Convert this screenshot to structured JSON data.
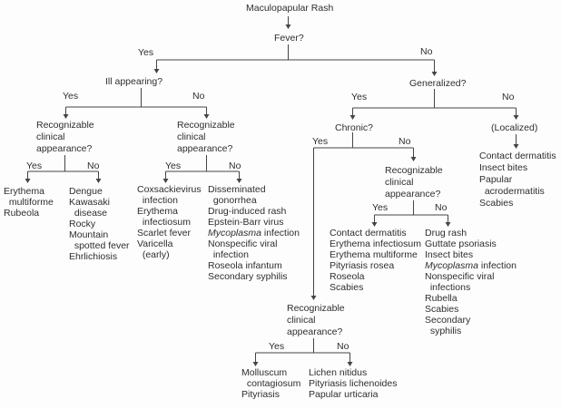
{
  "nodes": {
    "root": "Maculopapular Rash",
    "fever": "Fever?",
    "ill_appearing": "Ill appearing?",
    "generalized": "Generalized?",
    "chronic": "Chronic?",
    "localized": "(Localized)",
    "recognizable": "Recognizable\nclinical\nappearance?"
  },
  "labels": {
    "yes": "Yes",
    "no": "No"
  },
  "outcomes": {
    "febrile_ill_recognizable": [
      "Erythema",
      "  multiforme",
      "Rubeola"
    ],
    "febrile_ill_unrecognizable": [
      "Dengue",
      "Kawasaki",
      "  disease",
      "Rocky",
      "Mountain",
      "  spotted fever",
      "Ehrlichiosis"
    ],
    "febrile_notill_recognizable": [
      "Coxsackievirus",
      "  infection",
      "Erythema",
      "  infectiosum",
      "Scarlet fever",
      "Varicella",
      "  (early)"
    ],
    "febrile_notill_unrecognizable": {
      "l1": "Disseminated",
      "l2": "  gonorrhea",
      "l3": "Drug-induced rash",
      "l4": "Epstein-Barr virus",
      "l5_italic": "Mycoplasma",
      "l5_rest": " infection",
      "l6": "Nonspecific viral",
      "l7": "  infection",
      "l8": "Roseola infantum",
      "l9": "Secondary syphilis"
    },
    "localized": [
      "Contact dermatitis",
      "Insect bites",
      "Papular",
      "  acrodermatitis",
      "Scabies"
    ],
    "generalized_notchronic_recognizable": [
      "Contact dermatitis",
      "Erythema infectiosum",
      "Erythema multiforme",
      "Pityriasis rosea",
      "Roseola",
      "Scabies"
    ],
    "generalized_notchronic_unrecognizable": {
      "l1": "Drug rash",
      "l2": "Guttate psoriasis",
      "l3": "Insect bites",
      "l4_italic": "Mycoplasma",
      "l4_rest": " infection",
      "l5": "Nonspecific viral",
      "l6": "  infections",
      "l7": "Rubella",
      "l8": "Scabies",
      "l9": "Secondary",
      "l10": "  syphilis"
    },
    "chronic_recognizable": [
      "Molluscum",
      "  contagiosum",
      "Pityriasis"
    ],
    "chronic_unrecognizable": [
      "Lichen nitidus",
      "Pityriasis lichenoides",
      "Papular urticaria"
    ]
  }
}
